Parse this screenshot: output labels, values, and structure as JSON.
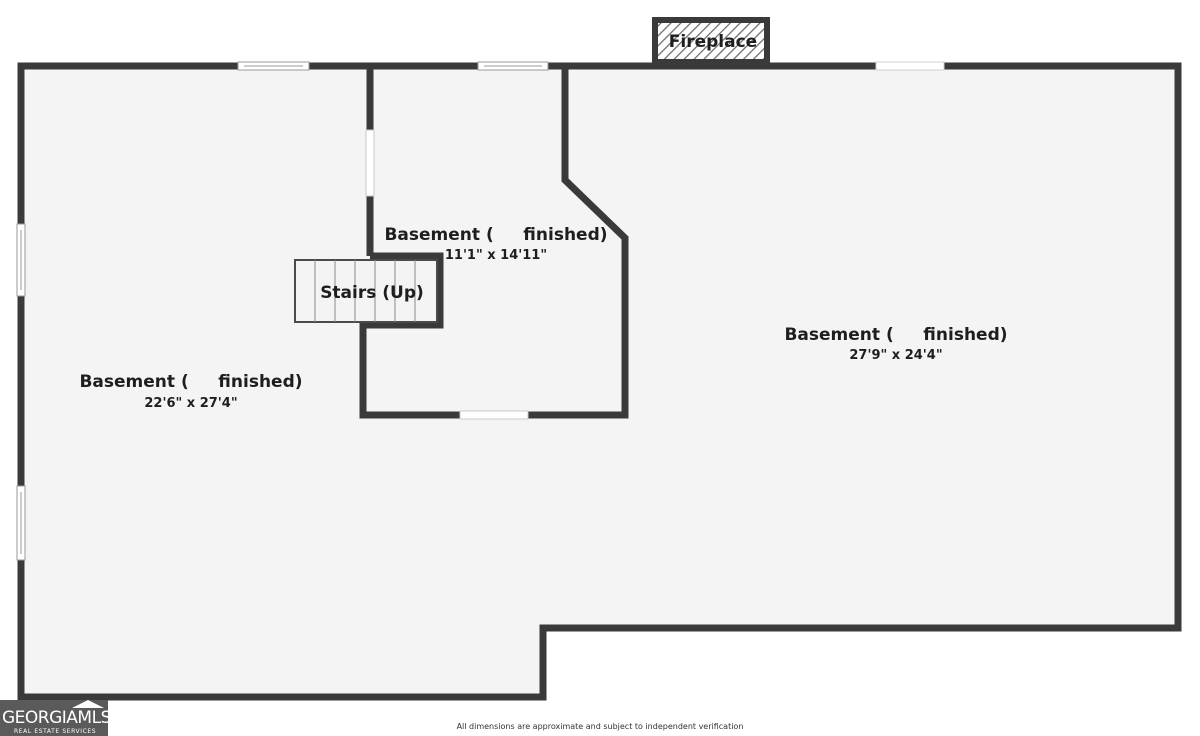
{
  "rooms": [
    {
      "name": "Basement (     finished)",
      "dimensions": "22'6\" x 27'4\""
    },
    {
      "name": "Basement (     finished)",
      "dimensions": "11'1\" x 14'11\""
    },
    {
      "name": "Basement (     finished)",
      "dimensions": "27'9\" x 24'4\""
    }
  ],
  "fixtures": {
    "stairs": "Stairs (Up)",
    "fireplace": "Fireplace"
  },
  "footer": {
    "note": "All dimensions are approximate and subject to independent verification"
  },
  "logo": {
    "main": "GEORGIAMLS",
    "sub": "REAL ESTATE SERVICES"
  },
  "colors": {
    "wall": "#3a3a3a",
    "floor": "#f4f4f4",
    "background": "#ffffff"
  }
}
